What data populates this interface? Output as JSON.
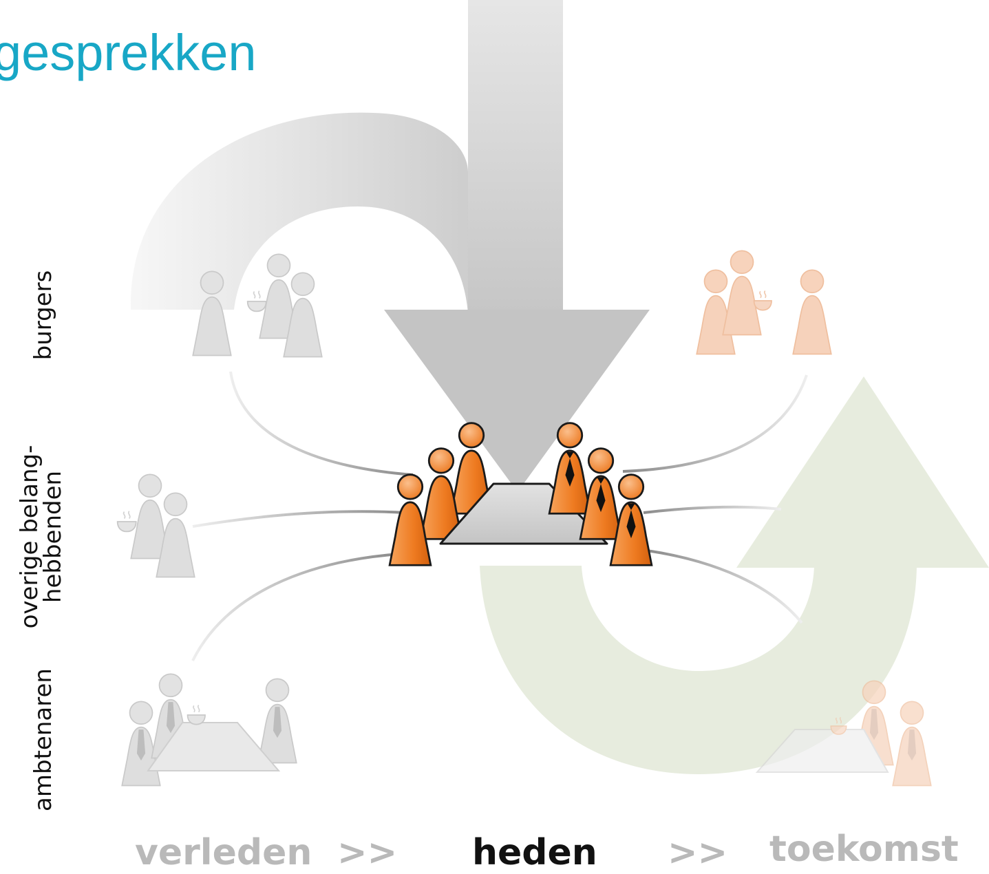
{
  "title": "gesprekken",
  "row_labels": {
    "burgers": "burgers",
    "overige_line1": "overige belang-",
    "overige_line2": "hebbenden",
    "ambtenaren": "ambtenaren"
  },
  "timeline": {
    "past": "verleden",
    "sep1": ">>",
    "present": "heden",
    "sep2": ">>",
    "future": "toekomst"
  },
  "colors": {
    "title": "#18a7c6",
    "present": "#111111",
    "faded_text": "#b9b9b9",
    "orange": "#ee7a20",
    "grey_arrow": "#c8c8c8",
    "green_arrow": "#e6ebdc",
    "faded_grey_person": "#dcdcdc",
    "faded_orange_person": "#f5cdb3"
  },
  "icons": {
    "down_arrow": "curved-arrow-down-icon",
    "up_arrow": "curved-arrow-up-icon",
    "person": "person-icon",
    "coffee_cup": "coffee-cup-icon",
    "table": "meeting-table-icon"
  }
}
